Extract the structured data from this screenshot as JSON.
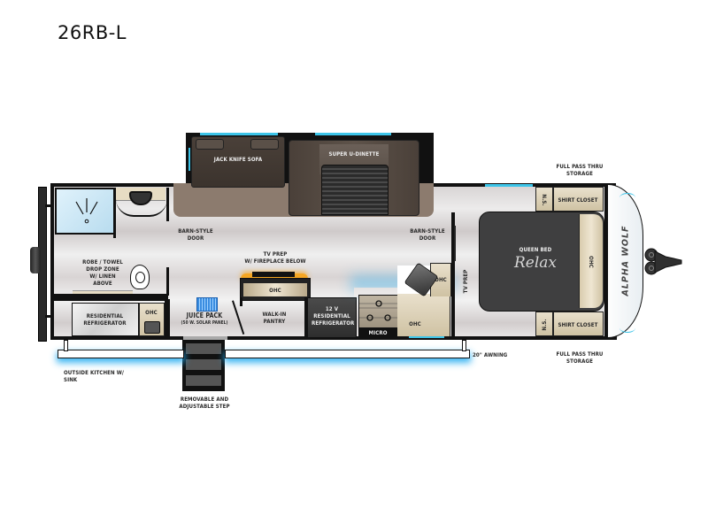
{
  "model": "26RB-L",
  "brand_logo": "ALPHA WOLF",
  "colors": {
    "wall": "#111111",
    "floor_light": "#ececec",
    "floor_dark": "#cfcaca",
    "cabinet_tan": "#e2d6bc",
    "slide_brown": "#5a4d42",
    "bed_gray": "#3f3f40",
    "accent_blue": "#3cc4e8",
    "fireplace_orange": "#f5a623"
  },
  "rooms": {
    "slide_out": {
      "sofa": "JACK KNIFE SOFA",
      "dinette": "SUPER U-DINETTE"
    },
    "rear_bath": {
      "robe": "ROBE / TOWEL",
      "drop": "DROP ZONE",
      "linen": "W/ LINEN ABOVE",
      "barn_door_1": "BARN-STYLE",
      "barn_door_2": "DOOR"
    },
    "outside_kitchen": {
      "fridge_1": "RESIDENTIAL",
      "fridge_2": "REFRIGERATOR",
      "ohc": "OHC"
    },
    "living": {
      "tv_1": "TV  PREP",
      "tv_2": "W/ FIREPLACE BELOW",
      "ohc": "OHC",
      "juice_1": "JUICE PACK",
      "juice_2": "(50 W. SOLAR PANEL)",
      "pantry_1": "WALK-IN",
      "pantry_2": "PANTRY",
      "fridge_12v_1": "12 V",
      "fridge_12v_2": "RESIDENTIAL",
      "fridge_12v_3": "REFRIGERATOR",
      "micro": "MICRO",
      "ohc_counter": "OHC",
      "ohc_side": "OHC"
    },
    "bedroom": {
      "barn_door_1": "BARN-STYLE",
      "barn_door_2": "DOOR",
      "tv_prep": "TV PREP",
      "bed_label": "QUEEN BED",
      "bed_brand": "Relax",
      "ohc": "OHC",
      "ns_top": "N.S.",
      "ns_bottom": "N.S.",
      "closet_top": "SHIRT CLOSET",
      "closet_bottom": "SHIRT CLOSET"
    }
  },
  "callouts": {
    "pass_thru_top_1": "FULL PASS THRU",
    "pass_thru_top_2": "STORAGE",
    "pass_thru_bottom_1": "FULL PASS THRU",
    "pass_thru_bottom_2": "STORAGE",
    "awning": "20\" AWNING",
    "outside_kitchen": "OUTSIDE KITCHEN W/ SINK",
    "step_1": "REMOVABLE AND",
    "step_2": "ADJUSTABLE STEP"
  }
}
